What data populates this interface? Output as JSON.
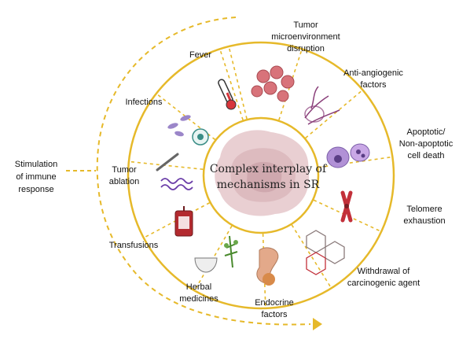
{
  "colors": {
    "ring": "#e6b92a",
    "arrow": "#e6b92a",
    "cell_fill": "#e9cfd2",
    "cell_dark": "#b98f95",
    "ring_fill": "#ffffff"
  },
  "center": {
    "line1": "Complex interplay of",
    "line2": "mechanisms in SR"
  },
  "segments": [
    {
      "id": "fever",
      "lines": [
        "Fever"
      ],
      "icon": "thermometer-icon"
    },
    {
      "id": "tme",
      "lines": [
        "Tumor",
        "microenvironment",
        "disruption"
      ],
      "icon": "tumor-cells-icon"
    },
    {
      "id": "angio",
      "lines": [
        "Anti-angiogenic",
        "factors"
      ],
      "icon": "blood-vessels-icon"
    },
    {
      "id": "apoptotic",
      "lines": [
        "Apoptotic/",
        "Non-apoptotic",
        "cell death"
      ],
      "icon": "dying-cells-icon"
    },
    {
      "id": "telomere",
      "lines": [
        "Telomere",
        "exhaustion"
      ],
      "icon": "chromosome-icon"
    },
    {
      "id": "carcinogen",
      "lines": [
        "Withdrawal of",
        "carcinogenic agent"
      ],
      "icon": "molecule-icon"
    },
    {
      "id": "endocrine",
      "lines": [
        "Endocrine",
        "factors"
      ],
      "icon": "gland-icon"
    },
    {
      "id": "herbal",
      "lines": [
        "Herbal",
        "medicines"
      ],
      "icon": "mortar-herb-icon"
    },
    {
      "id": "transfusions",
      "lines": [
        "Transfusions"
      ],
      "icon": "blood-bag-icon"
    },
    {
      "id": "ablation",
      "lines": [
        "Tumor",
        "ablation"
      ],
      "icon": "ablation-needle-icon"
    },
    {
      "id": "infections",
      "lines": [
        "Infections"
      ],
      "icon": "microbes-icon"
    }
  ],
  "outer": {
    "lines": [
      "Stimulation",
      "of immune",
      "response"
    ]
  }
}
